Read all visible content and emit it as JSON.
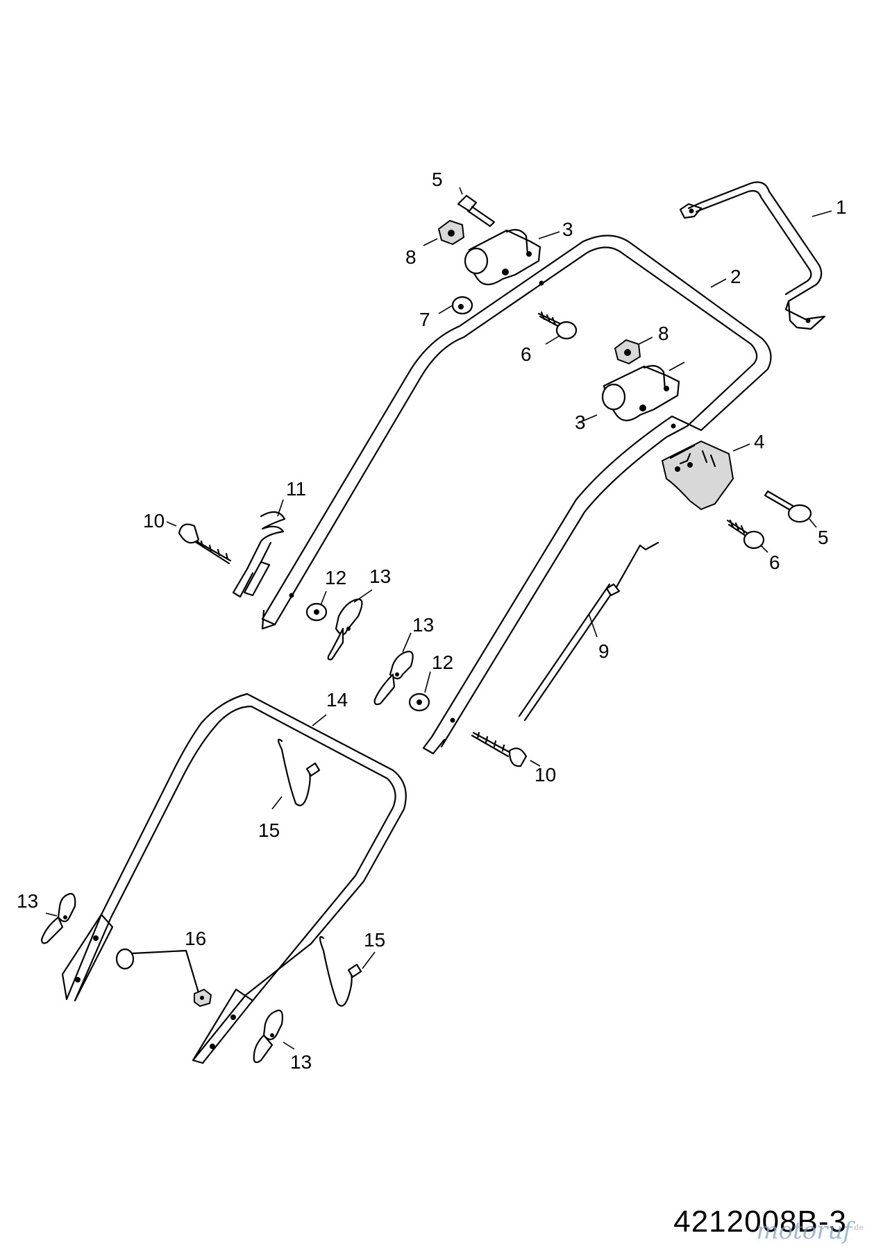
{
  "drawing_number": "4212008B-3",
  "watermark": {
    "text": "motoruf",
    "suffix": ".de"
  },
  "callouts": [
    "1",
    "2",
    "3",
    "3",
    "4",
    "5",
    "5",
    "6",
    "6",
    "7",
    "8",
    "8",
    "9",
    "10",
    "10",
    "11",
    "12",
    "12",
    "13",
    "13",
    "13",
    "13",
    "14",
    "15",
    "15",
    "16"
  ]
}
